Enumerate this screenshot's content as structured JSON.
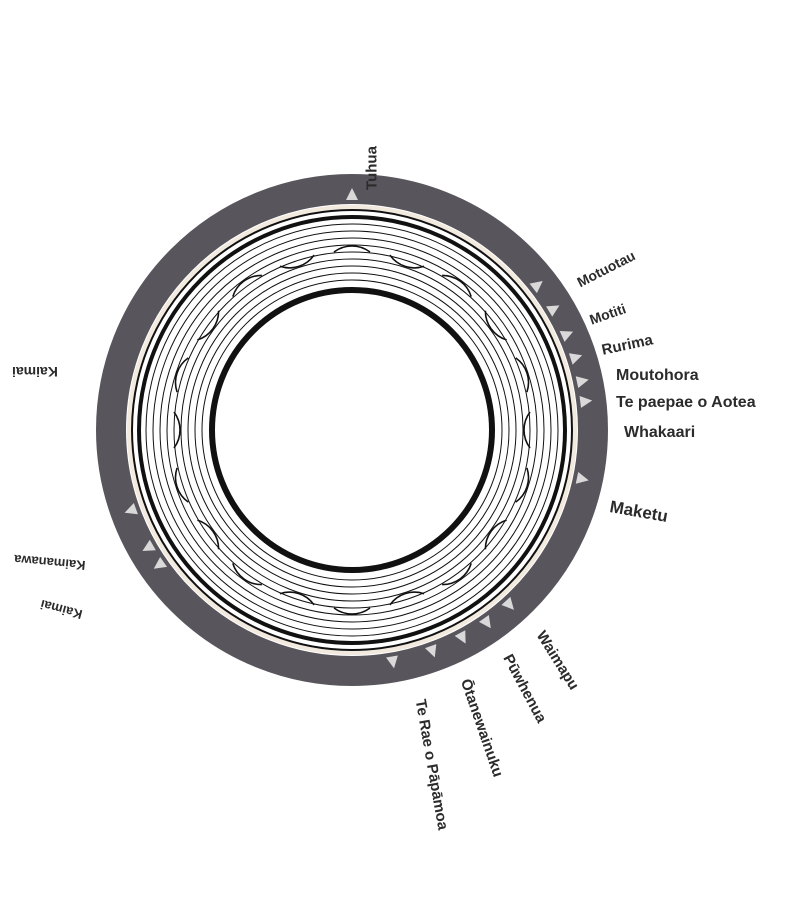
{
  "diagram": {
    "colors": {
      "outer_band": "#59555c",
      "line": "#111111",
      "marker": "#d9d9d9",
      "background": "#ffffff",
      "text": "#2b2b2b"
    },
    "labels": [
      {
        "id": "tuhua",
        "text": "Tuhua"
      },
      {
        "id": "motuotau",
        "text": "Motuotau"
      },
      {
        "id": "motiti",
        "text": "Motiti"
      },
      {
        "id": "rurima",
        "text": "Rurima"
      },
      {
        "id": "moutohora",
        "text": "Moutohora"
      },
      {
        "id": "te-paepae-o-aotea",
        "text": "Te paepae o Aotea"
      },
      {
        "id": "whakaari",
        "text": "Whakaari"
      },
      {
        "id": "maketu",
        "text": "Maketu"
      },
      {
        "id": "waimapu",
        "text": "Waimapu"
      },
      {
        "id": "puwhenua",
        "text": "Pūwhenua"
      },
      {
        "id": "otanewainuku",
        "text": "Ōtanewainuku"
      },
      {
        "id": "te-rae-o-papamoa",
        "text": "Te Rae o Pāpāmoa"
      },
      {
        "id": "kaimai",
        "text": "Kaimai"
      },
      {
        "id": "kaimanawa",
        "text": "Kaimanawa"
      },
      {
        "id": "kaimai-2",
        "text": "Kaimai"
      }
    ]
  }
}
